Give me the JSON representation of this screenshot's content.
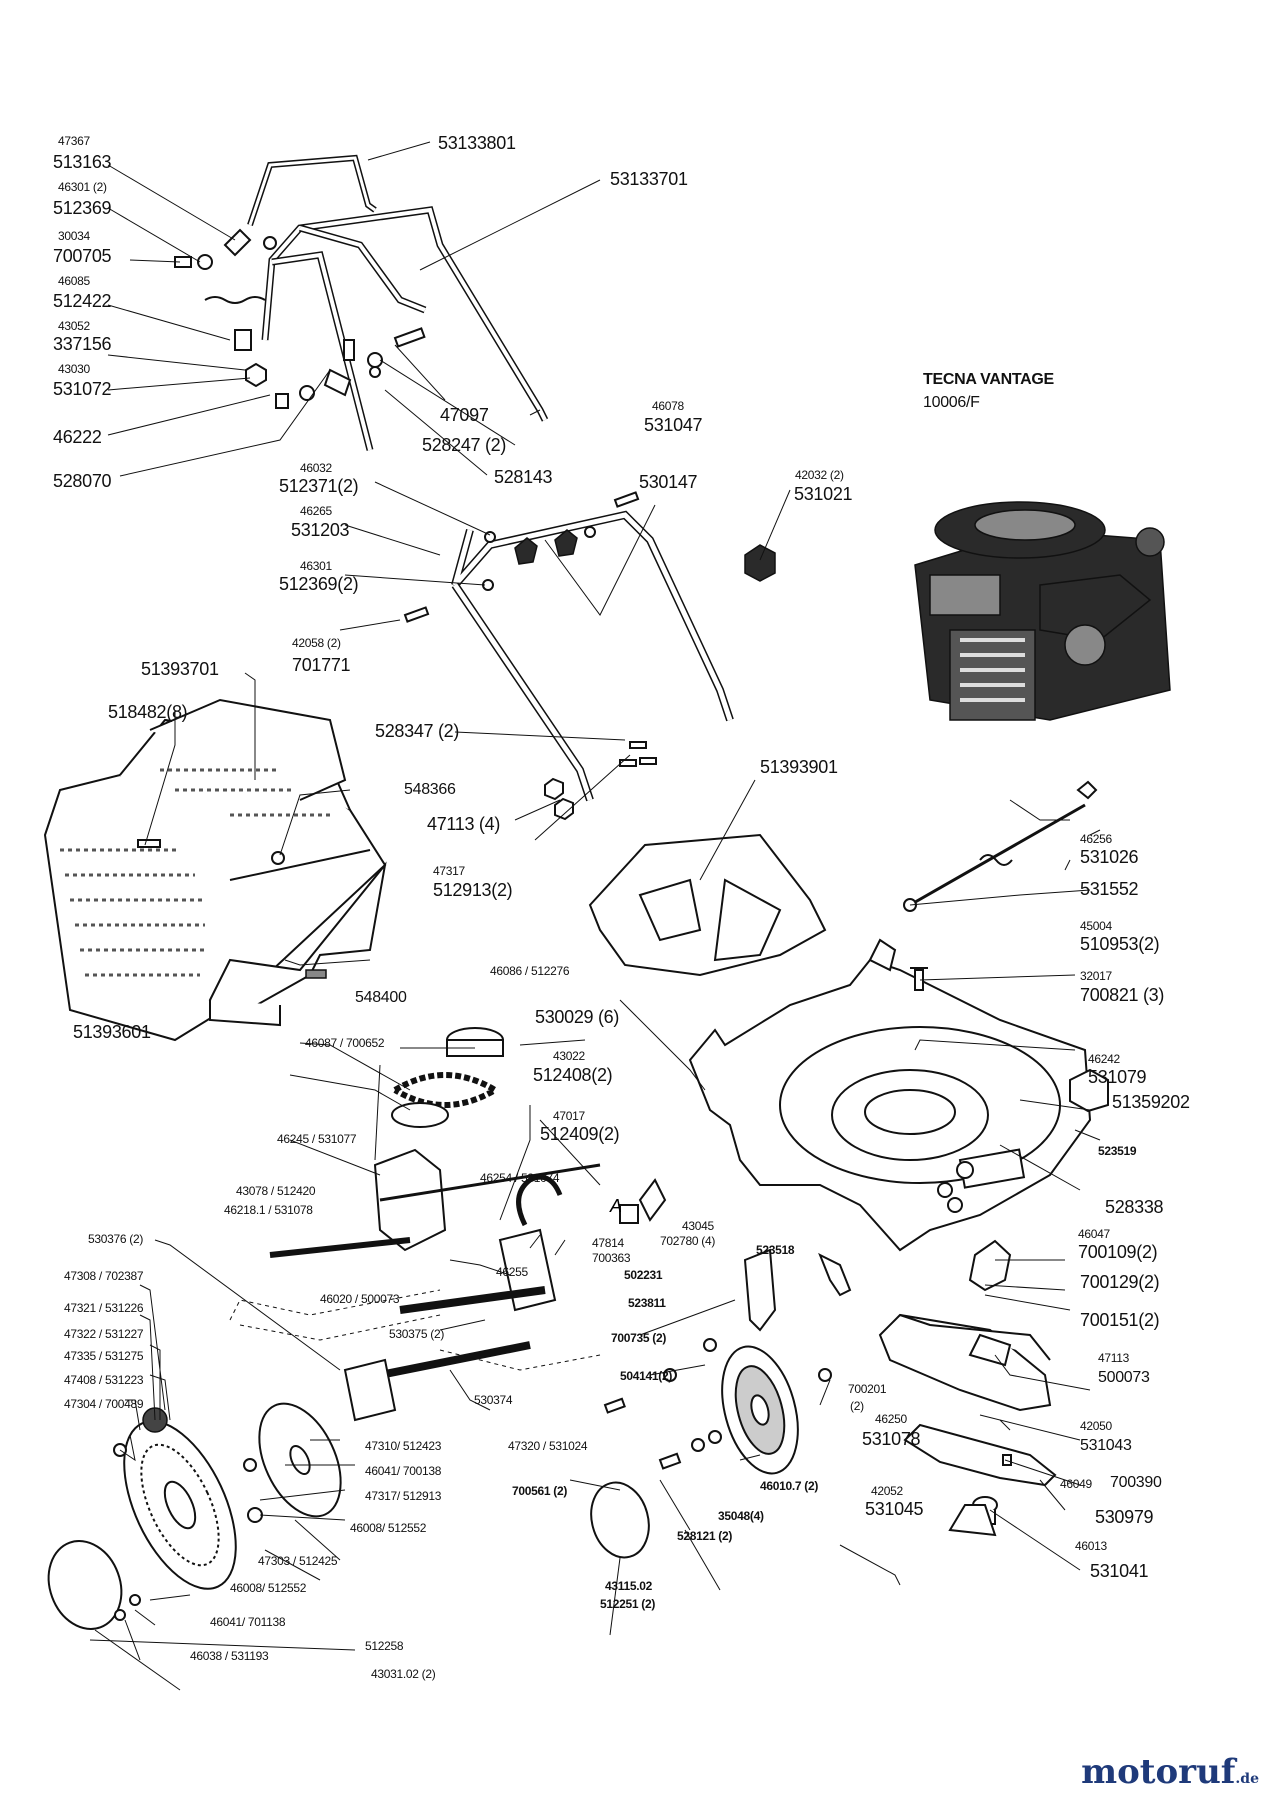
{
  "engine": {
    "model": "TECNA VANTAGE",
    "code": "10006/F"
  },
  "labels": {
    "l47367": "47367",
    "l513163": "513163",
    "l46301_2": "46301 (2)",
    "l512369": "512369",
    "l30034": "30034",
    "l700705": "700705",
    "l46085": "46085",
    "l512422": "512422",
    "l43052": "43052",
    "l337156": "337156",
    "l43030": "43030",
    "l531072": "531072",
    "l46222": "46222",
    "l528070": "528070",
    "l53133801": "53133801",
    "l53133701": "53133701",
    "l47097": "47097",
    "l46078": "46078",
    "l531047": "531047",
    "l528247": "528247 (2)",
    "l528143": "528143",
    "l46032": "46032",
    "l512371": "512371(2)",
    "l46265": "46265",
    "l531203": "531203",
    "l46301": "46301",
    "l512369_2": "512369(2)",
    "l530147": "530147",
    "l42032": "42032 (2)",
    "l531021": "531021",
    "l42058": "42058 (2)",
    "l701771": "701771",
    "l51393701": "51393701",
    "l518482": "518482(8)",
    "l548366": "548366",
    "l528347": "528347 (2)",
    "l47113_4": "47113 (4)",
    "l47317": "47317",
    "l512913_2": "512913(2)",
    "l51393901": "51393901",
    "l46256": "46256",
    "l531026": "531026",
    "l531552": "531552",
    "l45004": "45004",
    "l510953": "510953(2)",
    "l32017": "32017",
    "l700821": "700821 (3)",
    "l548400": "548400",
    "l51393601": "51393601",
    "l46086": "46086 / 512276",
    "l46087": "46087 / 700652",
    "l530029": "530029 (6)",
    "l43022": "43022",
    "l512408": "512408(2)",
    "l47017": "47017",
    "l512409": "512409(2)",
    "l46242": "46242",
    "l531079": "531079",
    "l51359202": "51359202",
    "l523519": "523519",
    "l528338": "528338",
    "l46245": "46245 / 531077",
    "l43078": "43078 / 512420",
    "l46218": "46218.1 / 531078",
    "l46254": "46254 / 531074",
    "l43045": "43045",
    "l702780": "702780 (4)",
    "l46047": "46047",
    "l700109": "700109(2)",
    "l700129": "700129(2)",
    "l700151": "700151(2)",
    "l530376": "530376 (2)",
    "l47814": "47814",
    "l700363": "700363",
    "l46255": "46255",
    "l523518": "523518",
    "l502231": "502231",
    "l47308": "47308 / 702387",
    "l46020": "46020 / 500073",
    "l523811": "523811",
    "l47321": "47321 / 531226",
    "l47322": "47322 / 531227",
    "l530375": "530375 (2)",
    "l700735": "700735 (2)",
    "l47335": "47335 / 531275",
    "l504141": "504141(2)",
    "l47113": "47113",
    "l500073": "500073",
    "l47408": "47408 / 531223",
    "l530374": "530374",
    "l700201": "700201",
    "l700201b": "(2)",
    "l47304": "47304 / 700489",
    "l46250": "46250",
    "l531078": "531078",
    "l42050": "42050",
    "l531043": "531043",
    "l47310": "47310/ 512423",
    "l47320": "47320 / 531024",
    "l46041_700138": "46041/ 700138",
    "l46049": "46049",
    "l700390": "700390",
    "l700561": "700561 (2)",
    "l46010": "46010.7 (2)",
    "l42052": "42052",
    "l531045": "531045",
    "l47317_512913": "47317/ 512913",
    "l35048": "35048(4)",
    "l530979": "530979",
    "l46008_a": "46008/ 512552",
    "l528121": "528121 (2)",
    "l46013": "46013",
    "l531041": "531041",
    "l47303": "47303 / 512425",
    "l43115": "43115.02",
    "l512251": "512251 (2)",
    "l46008_b": "46008/ 512552",
    "l46041_701138": "46041/ 701138",
    "l46038": "46038 / 531193",
    "l512258": "512258",
    "l43031": "43031.02 (2)",
    "l_A": "A"
  },
  "watermark": {
    "name": "motoruf",
    "tld": ".de"
  },
  "colors": {
    "ink": "#111111",
    "engine_body": "#2a2a2a",
    "watermark": "#1f3a7a"
  }
}
